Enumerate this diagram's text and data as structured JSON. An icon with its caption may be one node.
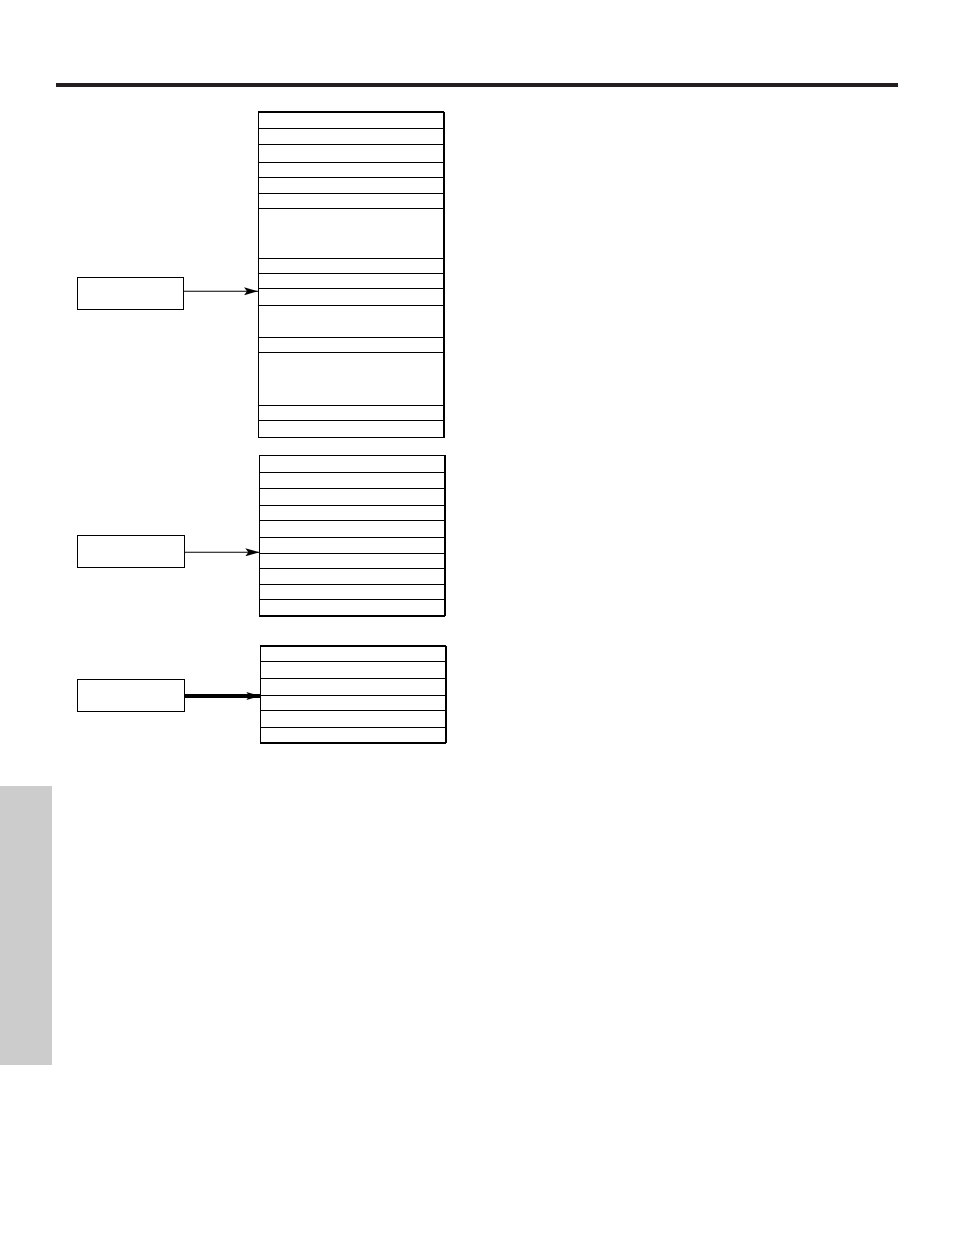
{
  "diagram": {
    "nodes": [
      {
        "text": [],
        "shape": "box"
      },
      {
        "text": [],
        "shape": "box"
      },
      {
        "text": [],
        "shape": "box",
        "in": 1
      },
      {
        "text": [],
        "shape": "box",
        "in": 1
      },
      {
        "text": [],
        "shape": "box",
        "in": 1
      },
      {
        "text": [],
        "shape": "box",
        "in": 1
      },
      {
        "text": [],
        "shape": "box",
        "in": 1
      },
      {
        "text": [],
        "shape": "box",
        "in": 1
      },
      {
        "text": [],
        "shape": "box",
        "in": 1
      },
      {
        "text": [],
        "shape": "box",
        "in": 1
      },
      {
        "text": [],
        "shape": "box",
        "in": 1
      },
      {
        "text": [],
        "shape": "box",
        "in": 1
      },
      {
        "text": [],
        "shape": "box",
        "in": 1
      },
      {
        "text": [],
        "shape": "box",
        "in": 1
      },
      {
        "text": [],
        "shape": "box",
        "in": 1
      },
      {
        "text": [],
        "shape": "box",
        "in": 1
      },
      {
        "text": [],
        "shape": "box",
        "in": 1
      },
      {
        "text": [],
        "shape": "box"
      },
      {
        "text": [],
        "shape": "box"
      },
      {
        "text": [],
        "shape": "box",
        "in": 18
      },
      {
        "text": [],
        "shape": "box",
        "in": 18
      },
      {
        "text": [],
        "shape": "box",
        "in": 18
      },
      {
        "text": [],
        "shape": "box",
        "in": 18
      },
      {
        "text": [],
        "shape": "box",
        "in": 18
      },
      {
        "text": [],
        "shape": "box",
        "in": 18
      },
      {
        "text": [],
        "shape": "box",
        "in": 18
      },
      {
        "text": [],
        "shape": "box",
        "in": 18
      },
      {
        "text": [],
        "shape": "box",
        "in": 18
      },
      {
        "text": [],
        "shape": "box",
        "in": 18
      },
      {
        "text": [],
        "shape": "box"
      },
      {
        "text": [],
        "shape": "box"
      },
      {
        "text": [],
        "shape": "box",
        "in": 30
      },
      {
        "text": [],
        "shape": "box",
        "in": 30
      },
      {
        "text": [],
        "shape": "box",
        "in": 30
      },
      {
        "text": [],
        "shape": "box",
        "in": 30
      },
      {
        "text": [],
        "shape": "box",
        "in": 30
      },
      {
        "text": [],
        "shape": "box",
        "in": 30
      },
      {
        "text": [],
        "shape": "bar"
      }
    ],
    "edges": [
      {
        "from": 0,
        "to": 1,
        "arrow": "to"
      },
      {
        "from": 17,
        "to": 18,
        "arrow": "to"
      },
      {
        "from": 29,
        "to": 30,
        "arrow": "to",
        "style": "thick"
      }
    ]
  }
}
